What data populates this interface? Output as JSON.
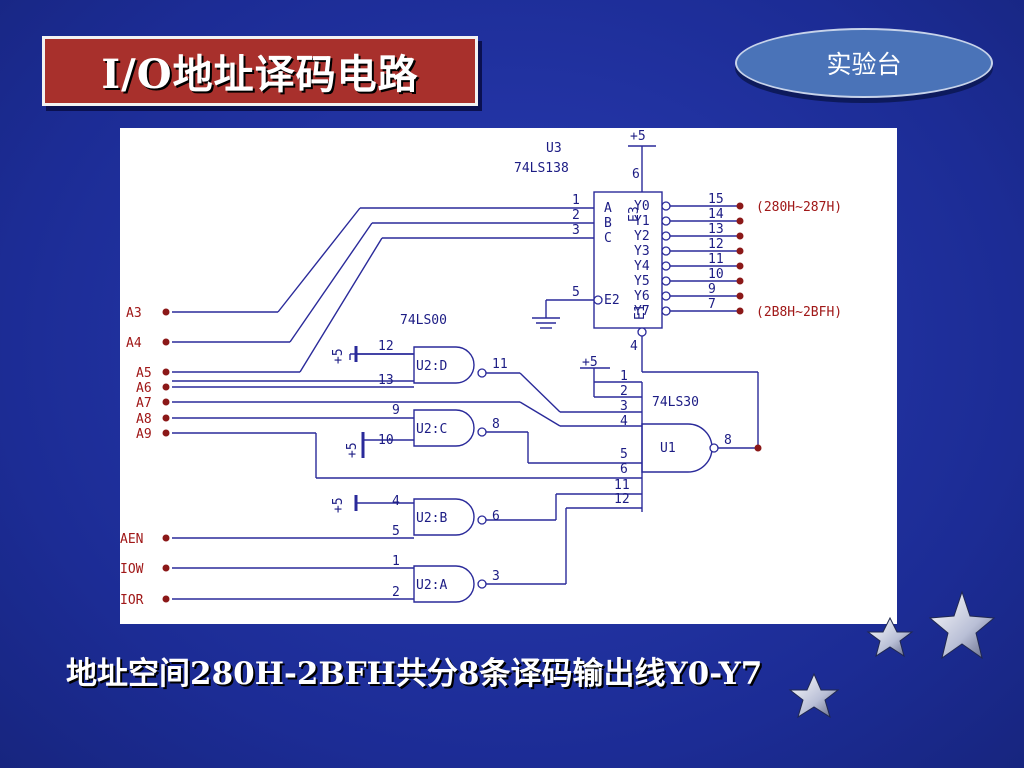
{
  "slide": {
    "title": "I/O地址译码电路",
    "lab_button": "实验台",
    "caption": "地址空间280H-2BFH共分8条译码输出线Y0-Y7"
  },
  "diagram": {
    "u3_label": "U3",
    "u3_part": "74LS138",
    "vcc_top": "+5",
    "pin6": "6",
    "pin4_138": "4",
    "pin5_138": "5",
    "inputs_abc": [
      "A",
      "B",
      "C"
    ],
    "abc_pins": [
      "1",
      "2",
      "3"
    ],
    "e3": "E3",
    "e2": "E2",
    "e1": "E1",
    "outputs": [
      "Y0",
      "Y1",
      "Y2",
      "Y3",
      "Y4",
      "Y5",
      "Y6",
      "Y7"
    ],
    "output_pins": [
      "15",
      "14",
      "13",
      "12",
      "11",
      "10",
      "9",
      "7"
    ],
    "range_first": "(280H~287H)",
    "range_last": "(2B8H~2BFH)",
    "signals": [
      "A3",
      "A4",
      "A5",
      "A6",
      "A7",
      "A8",
      "A9",
      "AEN",
      "IOW",
      "IOR"
    ],
    "part_74ls00": "74LS00",
    "part_74ls30": "74LS30",
    "gate_d": "U2:D",
    "gate_c": "U2:C",
    "gate_b": "U2:B",
    "gate_a": "U2:A",
    "gate_u1": "U1",
    "plus5": "+5",
    "pins": {
      "d_in1": "12",
      "d_in2": "13",
      "d_out": "11",
      "c_in1": "9",
      "c_in2": "10",
      "c_out": "8",
      "b_in1": "4",
      "b_in2": "5",
      "b_out": "6",
      "a_in1": "1",
      "a_in2": "2",
      "a_out": "3",
      "u1_in": [
        "1",
        "2",
        "3",
        "4",
        "5",
        "6",
        "11",
        "12"
      ],
      "u1_out": "8"
    }
  }
}
